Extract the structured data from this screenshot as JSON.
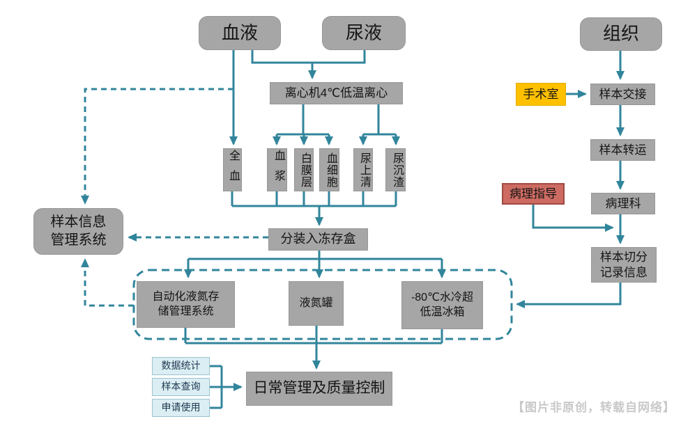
{
  "palette": {
    "node_gray": "#a6a6a6",
    "arrow_teal": "#31859b",
    "operating_room_yellow": "#ffc000",
    "pathology_red_fill": "#cd6b62",
    "pathology_red_border": "#9e4a42",
    "aux_blue_fill": "#dbeef3",
    "aux_blue_border": "#9cc3d0",
    "watermark_gray": "#c9c9c9"
  },
  "nodes": {
    "blood": "血液",
    "urine": "尿液",
    "tissue": "组织",
    "centrifuge": "离心机4℃低温离心",
    "whole_blood": "全血",
    "plasma": "血浆",
    "buffy_coat": "白膜层",
    "blood_cells": "血细胞",
    "urine_supernatant": "尿上清",
    "urine_sediment": "尿沉渣",
    "sample_info_system": "样本信息\n管理系统",
    "aliquot": "分装入冻存盒",
    "auto_ln2_storage": "自动化液氮存\n储管理系统",
    "ln2_tank": "液氮罐",
    "ult_freezer": "-80℃水冷超\n低温冰箱",
    "daily_management": "日常管理及质量控制",
    "data_statistics": "数据统计",
    "sample_query": "样本查询",
    "apply_use": "申请使用",
    "operating_room": "手术室",
    "sample_handover": "样本交接",
    "sample_transfer": "样本转运",
    "pathology_dept": "病理科",
    "pathology_guidance": "病理指导",
    "sample_cutting": "样本切分\n记录信息"
  },
  "footer": {
    "watermark": "【图片非原创，转载自网络】"
  }
}
